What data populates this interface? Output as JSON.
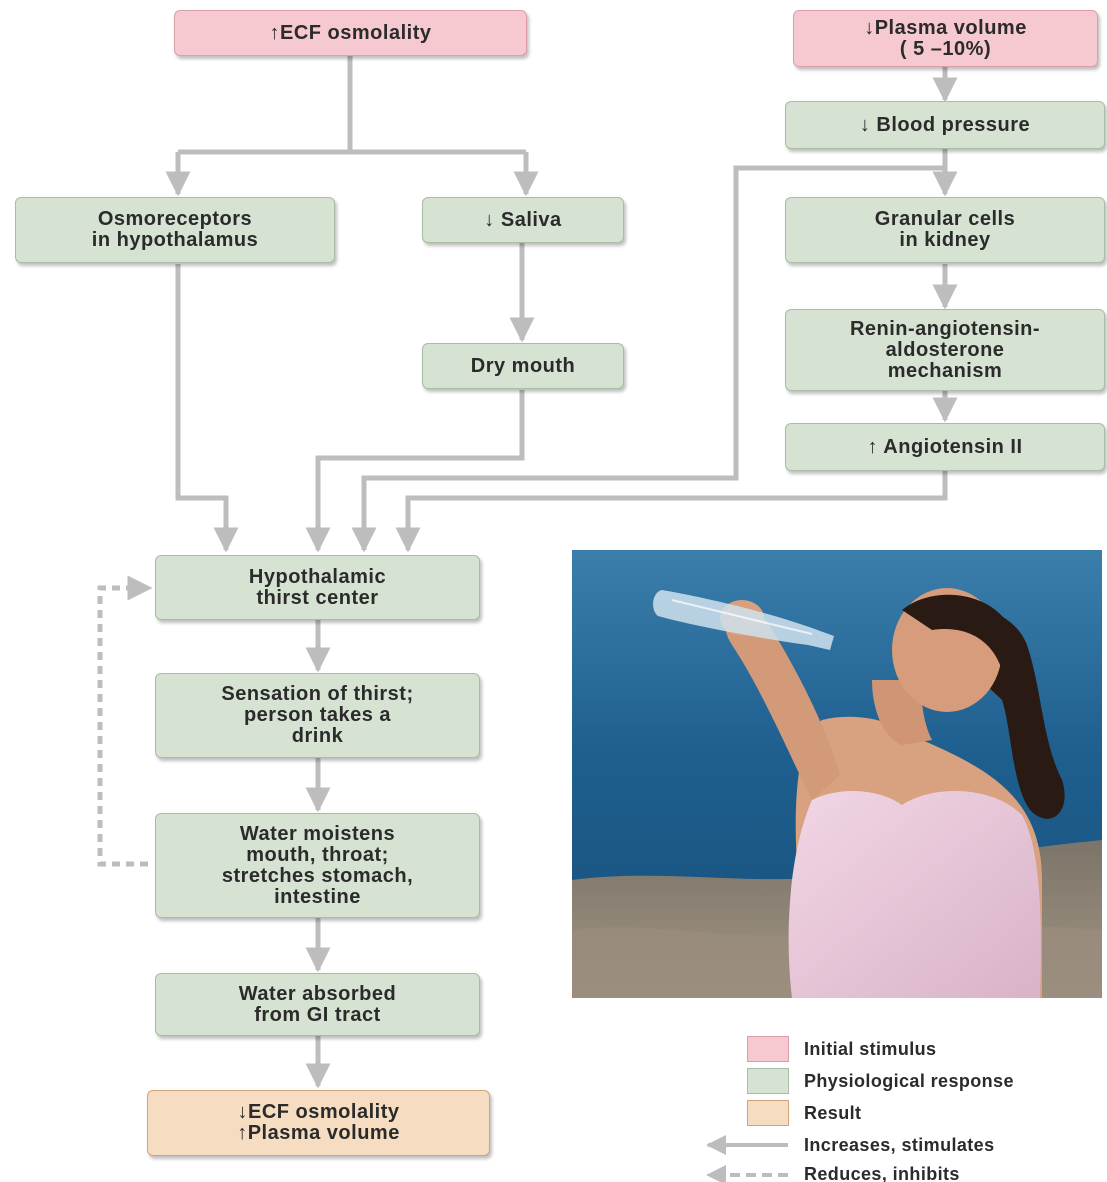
{
  "boxes": {
    "ecf_up": "↑ECF osmolality",
    "plasma_down": [
      "↓Plasma volume",
      "( 5 –10%)"
    ],
    "bp_down": "↓ Blood pressure",
    "osmoreceptors": [
      "Osmoreceptors",
      "in hypothalamus"
    ],
    "saliva": "↓ Saliva",
    "granular": [
      "Granular cells",
      "in kidney"
    ],
    "dry_mouth": "Dry mouth",
    "renin": [
      "Renin-angiotensin-",
      "aldosterone",
      "mechanism"
    ],
    "angiotensin": "↑ Angiotensin II",
    "thirst_center": [
      "Hypothalamic",
      "thirst center"
    ],
    "sensation": [
      "Sensation of thirst;",
      "person takes a",
      "drink"
    ],
    "moistens": [
      "Water moistens",
      "mouth, throat;",
      "stretches stomach,",
      "intestine"
    ],
    "absorbed": [
      "Water absorbed",
      "from GI tract"
    ],
    "result": [
      "↓ECF osmolality",
      "↑Plasma volume"
    ]
  },
  "legend": {
    "initial": "Initial stimulus",
    "physio": "Physiological response",
    "result": "Result",
    "increases": "Increases, stimulates",
    "reduces": "Reduces, inhibits"
  },
  "colors": {
    "stimulus_fill": "#f5c9cf",
    "response_fill": "#d6e2d2",
    "result_fill": "#f6dcc0",
    "arrow": "#bdbdbd"
  }
}
